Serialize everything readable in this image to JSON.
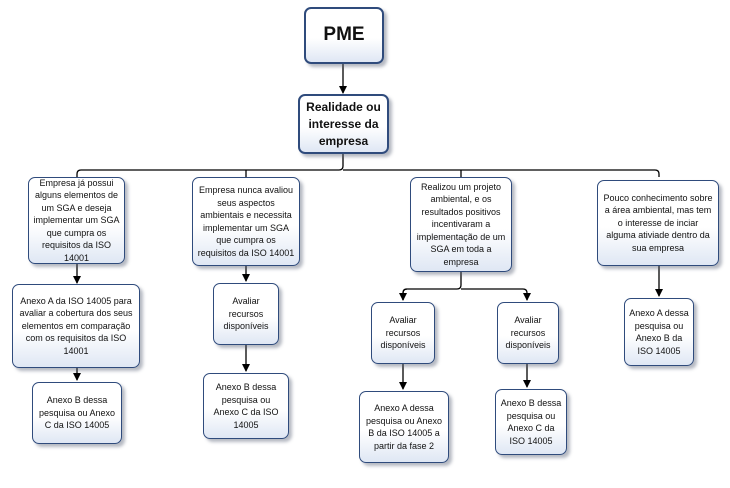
{
  "nodes": {
    "pme": "PME",
    "realidade": "Realidade ou interesse da empresa",
    "c1": "Empresa já possui alguns elementos de um SGA e deseja implementar um SGA que cumpra os requisitos da ISO 14001",
    "c1a": "Anexo A da ISO 14005 para avaliar a cobertura dos seus elementos em  comparação com os requisitos da  ISO 14001",
    "c1b": "Anexo B dessa pesquisa ou Anexo C da ISO 14005",
    "c2": "Empresa nunca avaliou seus aspectos ambientais e necessita implementar um SGA que cumpra os requisitos da ISO 14001",
    "c2a": "Avaliar recursos disponíveis",
    "c2b": "Anexo B dessa pesquisa ou Anexo C da ISO 14005",
    "c3": "Realizou um projeto ambiental, e os resultados positivos incentivaram a implementação de um SGA em toda a empresa",
    "c3a": "Avaliar recursos disponíveis",
    "c3b": "Avaliar recursos disponíveis",
    "c3a1": "Anexo A dessa pesquisa ou Anexo B da ISO 14005 a partir da fase 2",
    "c3b1": "Anexo B dessa pesquisa ou Anexo C da ISO 14005",
    "c4": "Pouco conhecimento sobre a área ambiental, mas tem o interesse de inciar alguma ativiade  dentro da sua empresa",
    "c4a": "Anexo A dessa pesquisa ou Anexo B da ISO 14005"
  },
  "colors": {
    "border": "#2f4b7c",
    "line": "#000000"
  }
}
